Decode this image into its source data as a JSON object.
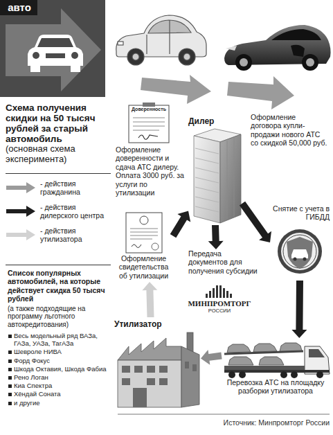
{
  "diagram": {
    "title": "Схема получения скидки на 50 тысяч рублей за старый автомобиль",
    "caption": "Источник: Минпромторг России",
    "nodes": [
      {
        "text": [
          "Оформление доверенности и сдача АТС дилеру. Оплата 3000 руб. за услуги по утилизации"
        ]
      },
      {
        "text": [
          "Оформление договора купли-продажи нового АТС со скидкой 50,000 руб."
        ]
      },
      {
        "text": [
          "Дилер"
        ]
      },
      {
        "text": [
          "Снятие с учета в ГИБДД"
        ]
      },
      {
        "text": [
          "Оформление свидетельства об утилизации"
        ]
      },
      {
        "text": [
          "Передача документов для получения субсидии"
        ]
      },
      {
        "text": [
          "Список популярных автомобилей, на которые действует скидка 50 тысяч рублей",
          "(а также подходящие на программу льготного автокредитования)",
          "Весь модельный ряд ВАЗа, ГАЗа, УАЗа, ТагАЗа",
          "Шевроле НИВА",
          "Форд Фокус",
          "Шкода Октавия, Шкода Фабиа",
          "Рено Логан",
          "Киа Спектра",
          "Хёндай Соната",
          "и другие"
        ]
      },
      {
        "text": [
          "Утилизатор"
        ]
      },
      {
        "text": [
          "Перевозка АТС на площадку разборки утилизатора"
        ]
      }
    ],
    "edges": [
      {
        "from": 2,
        "to": 3,
        "arrow": "to"
      },
      {
        "from": 2,
        "to": 5,
        "arrow": "to"
      },
      {
        "from": 3,
        "to": 8,
        "arrow": "to"
      },
      {
        "from": 8,
        "to": 7,
        "arrow": "to"
      },
      {
        "from": 7,
        "to": 4,
        "arrow": "to"
      },
      {
        "from": 4,
        "to": 2,
        "arrow": "to"
      }
    ],
    "labels": [
      "авто",
      "(основная схема эксперимента)",
      "Доверенность",
      "МИНПРОМТОРГ",
      "РОССИИ"
    ],
    "legend": [
      {
        "text": "- действия гражданина",
        "color": "#9b9b9b"
      },
      {
        "text": "- действия дилерского центра",
        "color": "#1e1e1e"
      },
      {
        "text": "- действия утилизатора",
        "color": "#d2d2d2"
      }
    ]
  }
}
